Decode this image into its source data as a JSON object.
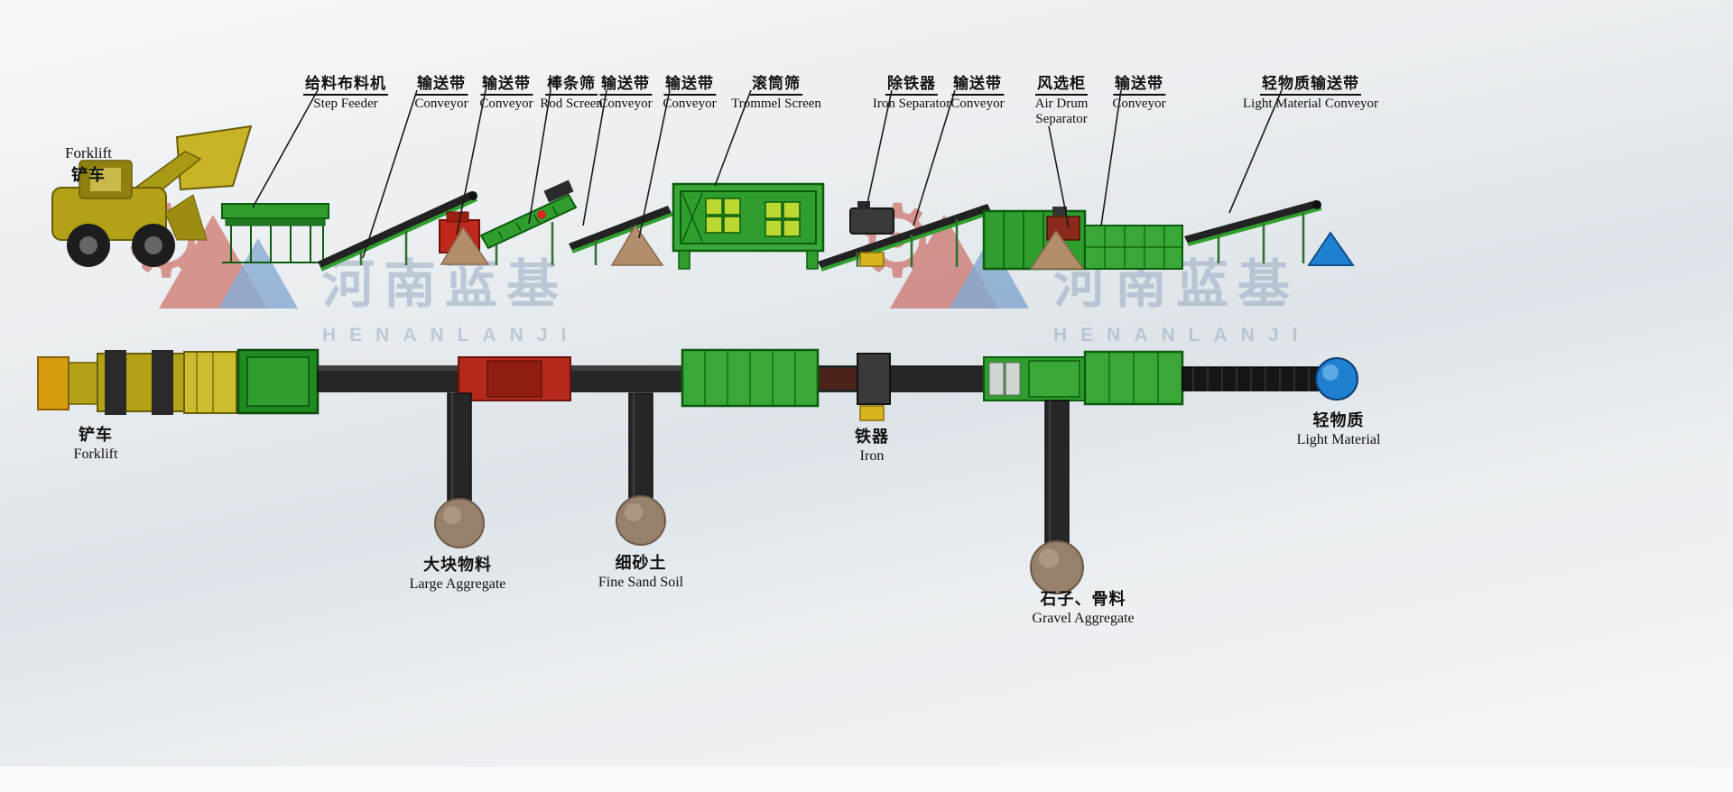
{
  "watermark": {
    "zh": "河南蓝基",
    "en": "HENANLANJI"
  },
  "forklift_top": {
    "line1": "Forklift",
    "line2": "铲车"
  },
  "forklift_plan": {
    "line1": "铲车",
    "line2": "Forklift"
  },
  "top_labels": [
    {
      "zh": "给料布料机",
      "en": "Step Feeder"
    },
    {
      "zh": "输送带",
      "en": "Conveyor"
    },
    {
      "zh": "输送带",
      "en": "Conveyor"
    },
    {
      "zh": "棒条筛",
      "en": "Rod Screen"
    },
    {
      "zh": "输送带",
      "en": "Conveyor"
    },
    {
      "zh": "输送带",
      "en": "Conveyor"
    },
    {
      "zh": "滚筒筛",
      "en": "Trommel Screen"
    },
    {
      "zh": "除铁器",
      "en": "Iron Separator"
    },
    {
      "zh": "输送带",
      "en": "Conveyor"
    },
    {
      "zh": "风选柜",
      "en": "Air Drum Separator"
    },
    {
      "zh": "输送带",
      "en": "Conveyor"
    },
    {
      "zh": "轻物质输送带",
      "en": "Light Material Conveyor"
    }
  ],
  "outputs": {
    "large_aggregate": {
      "zh": "大块物料",
      "en": "Large Aggregate"
    },
    "fine_sand_soil": {
      "zh": "细砂土",
      "en": "Fine Sand Soil"
    },
    "iron": {
      "zh": "铁器",
      "en": "Iron"
    },
    "gravel_aggregate": {
      "zh": "石子、骨料",
      "en": "Gravel Aggregate"
    },
    "light_material": {
      "zh": "轻物质",
      "en": "Light Material"
    }
  },
  "colors": {
    "machine_green": "#2f9e2f",
    "belt_dark": "#262626",
    "crusher_red": "#b5281c",
    "forklift_yellow": "#b3a117",
    "pile_brown": "#97816d",
    "iron_yellow": "#d8b41e",
    "light_material_blue": "#1f7fd0",
    "watermark_red": "#c23b2e",
    "watermark_blue": "#2e6db4",
    "watermark_text": "#8fa3bd"
  }
}
